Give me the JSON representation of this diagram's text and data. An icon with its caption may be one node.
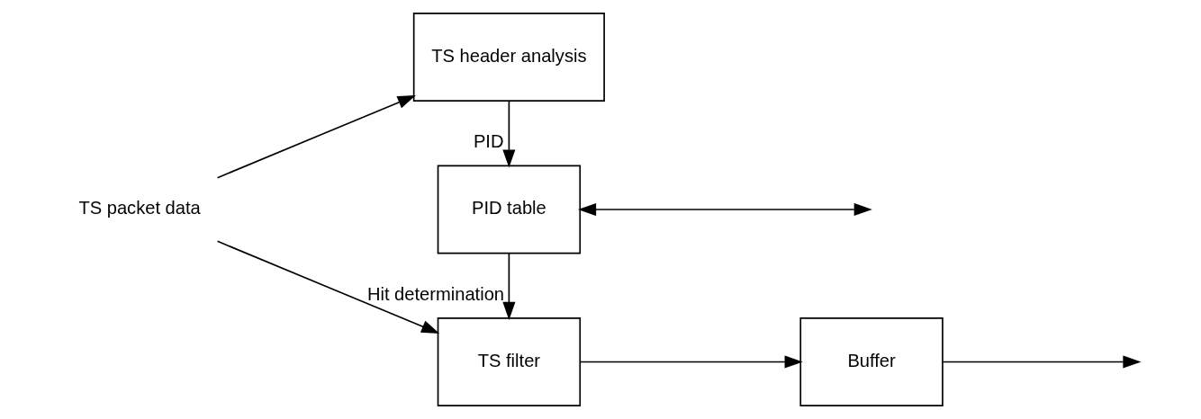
{
  "diagram": {
    "nodes": [
      {
        "text": [
          "TS packet data"
        ]
      },
      {
        "text": [
          "TS filter"
        ]
      },
      {
        "text": [
          "Buffer"
        ]
      },
      {
        "text": [
          "PID table"
        ]
      },
      {
        "text": [
          "TS header analysis"
        ]
      }
    ],
    "edges": [
      {
        "from": 0,
        "to": 1,
        "arrow": "to"
      },
      {
        "from": 0,
        "to": 4,
        "arrow": "to"
      },
      {
        "from": 1,
        "to": 2,
        "arrow": "to"
      },
      {
        "from": 2,
        "to": null,
        "arrow": "to"
      },
      {
        "from": 3,
        "to": 1,
        "arrow": "to",
        "label": "Hit determination"
      },
      {
        "from": 4,
        "to": 3,
        "arrow": "to",
        "label": "PID"
      },
      {
        "from": 3,
        "to": null,
        "arrow": "both"
      }
    ]
  }
}
